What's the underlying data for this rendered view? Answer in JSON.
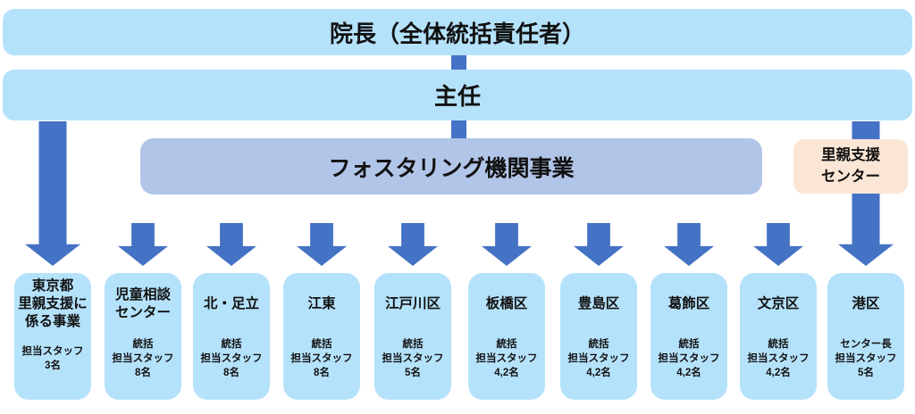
{
  "colors": {
    "panel_blue": "#B5E2FB",
    "fostering_blue": "#B1C5E8",
    "peach": "#FBE6D5",
    "arrow_blue": "#4472C4",
    "text": "#111111"
  },
  "bars": {
    "director": "院長（全体統括責任者）",
    "chief": "主任",
    "fostering": "フォスタリング機関事業"
  },
  "side_box": {
    "line1": "里親支援",
    "line2": "センター"
  },
  "columns": [
    {
      "arrow": "long",
      "title": [
        "東京都",
        "里親支援に",
        "係る事業"
      ],
      "sub": [
        "担当スタッフ",
        "3名"
      ]
    },
    {
      "arrow": "short",
      "title": [
        "児童相談",
        "センター"
      ],
      "sub": [
        "統括",
        "担当スタッフ",
        "8名"
      ]
    },
    {
      "arrow": "short",
      "title": [
        "北・足立"
      ],
      "sub": [
        "統括",
        "担当スタッフ",
        "8名"
      ]
    },
    {
      "arrow": "short",
      "title": [
        "江東"
      ],
      "sub": [
        "統括",
        "担当スタッフ",
        "8名"
      ]
    },
    {
      "arrow": "short",
      "title": [
        "江戸川区"
      ],
      "sub": [
        "統括",
        "担当スタッフ",
        "5名"
      ]
    },
    {
      "arrow": "short",
      "title": [
        "板橋区"
      ],
      "sub": [
        "統括",
        "担当スタッフ",
        "4,2名"
      ]
    },
    {
      "arrow": "short",
      "title": [
        "豊島区"
      ],
      "sub": [
        "統括",
        "担当スタッフ",
        "4,2名"
      ]
    },
    {
      "arrow": "short",
      "title": [
        "葛飾区"
      ],
      "sub": [
        "統括",
        "担当スタッフ",
        "4,2名"
      ]
    },
    {
      "arrow": "short",
      "title": [
        "文京区"
      ],
      "sub": [
        "統括",
        "担当スタッフ",
        "4,2名"
      ]
    },
    {
      "arrow": "long",
      "title": [
        "港区"
      ],
      "sub": [
        "センター長",
        "担当スタッフ",
        "5名"
      ]
    }
  ]
}
